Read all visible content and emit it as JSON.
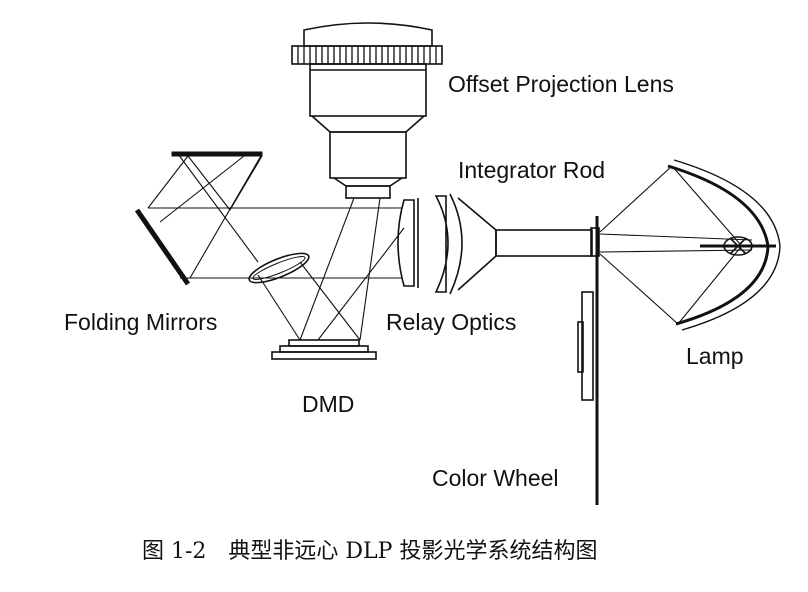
{
  "labels": {
    "projection_lens": "Offset Projection Lens",
    "integrator_rod": "Integrator Rod",
    "folding_mirrors": "Folding Mirrors",
    "relay_optics": "Relay Optics",
    "lamp": "Lamp",
    "dmd": "DMD",
    "color_wheel": "Color Wheel"
  },
  "caption": "图 1-2　典型非远心 DLP 投影光学系统结构图"
}
